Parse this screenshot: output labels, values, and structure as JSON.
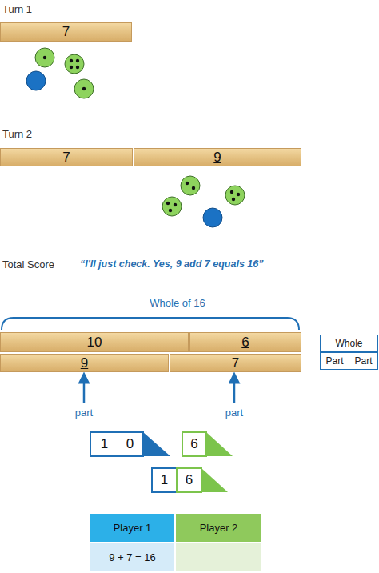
{
  "diagram": {
    "nodes": [
      {
        "text": [
          "7"
        ]
      },
      {
        "text": [
          "7"
        ]
      },
      {
        "text": [
          "9"
        ]
      },
      {
        "text": [
          "10"
        ]
      },
      {
        "text": [
          "6"
        ]
      },
      {
        "text": [
          "Whole"
        ]
      },
      {
        "text": [
          "9"
        ]
      },
      {
        "text": [
          "7"
        ]
      },
      {
        "text": [
          "Part"
        ]
      },
      {
        "text": [
          "Part"
        ]
      },
      {
        "text": [
          "1"
        ]
      },
      {
        "text": [
          "0"
        ]
      },
      {
        "text": [
          "6"
        ]
      },
      {
        "text": [
          "1"
        ]
      },
      {
        "text": [
          "6"
        ]
      },
      {
        "text": [
          "Player 1"
        ]
      },
      {
        "text": [
          "Player 2"
        ]
      },
      {
        "text": [
          "9 + 7 = 16"
        ]
      }
    ],
    "labels": [
      "Turn 1",
      "Turn 2",
      "Total Score",
      "“I'll just check. Yes, 9 add 7 equals 16”",
      "Whole of 16",
      "part",
      "part"
    ]
  }
}
